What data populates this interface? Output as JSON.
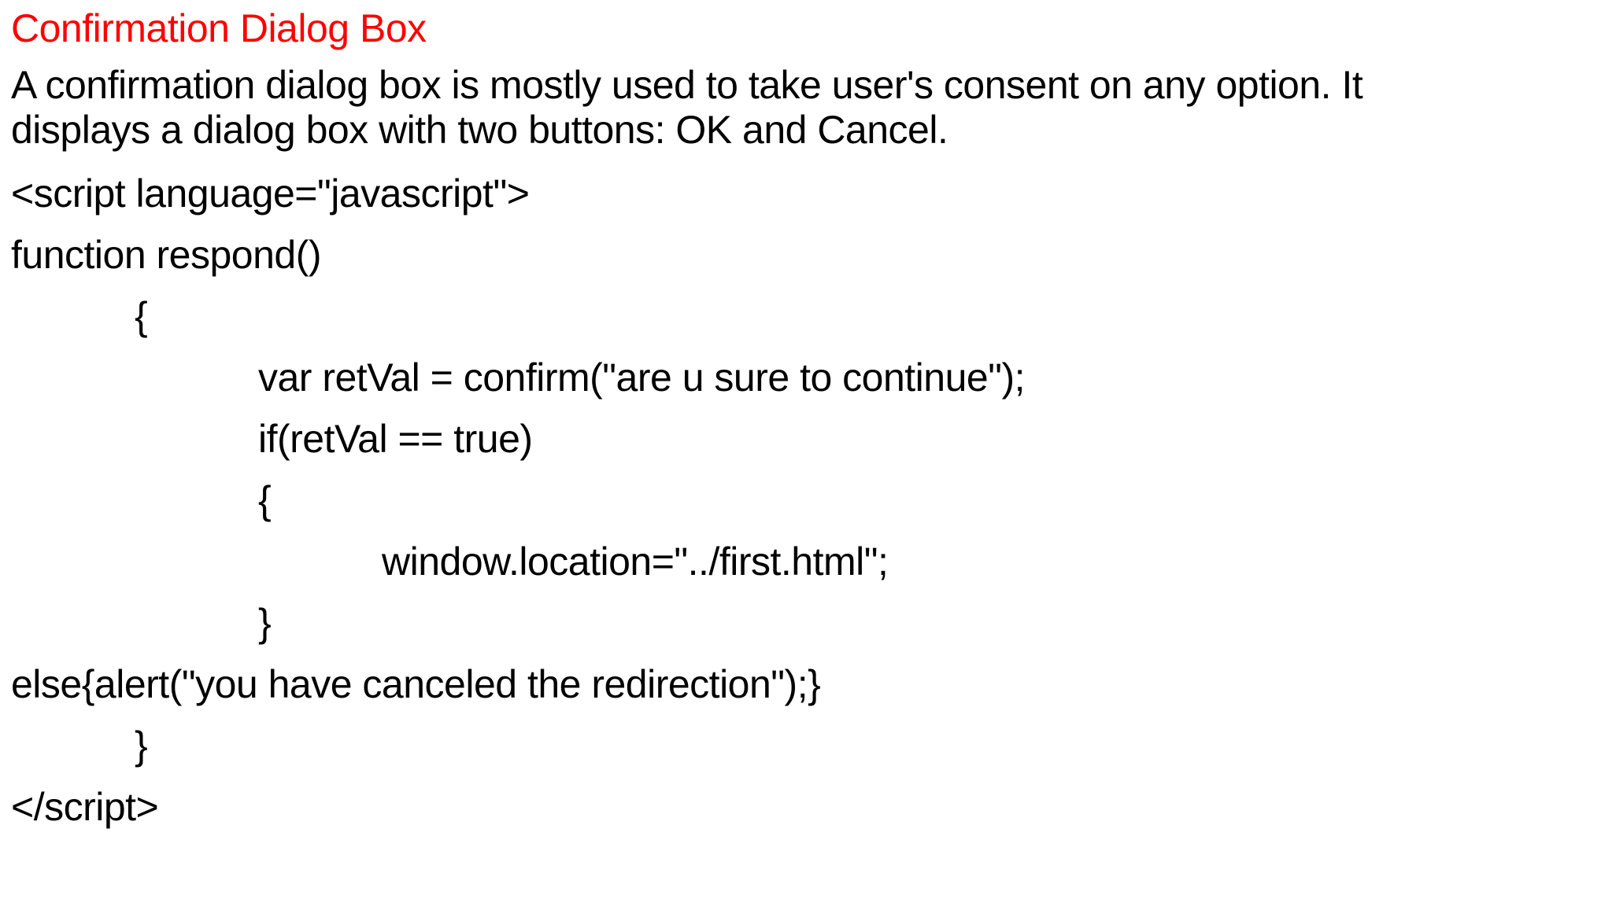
{
  "slide": {
    "background_color": "#ffffff",
    "text_color": "#000000",
    "title": {
      "text": "Confirmation Dialog Box",
      "color": "#ff0000"
    },
    "intro": {
      "line1": "A confirmation dialog box is mostly used to take user's consent on any option. It",
      "line2": "displays a dialog box with two buttons: OK and Cancel."
    },
    "code": {
      "lines": [
        {
          "text": "<script language=\"javascript\">"
        },
        {
          "text": "function respond()"
        },
        {
          "text": "\t{"
        },
        {
          "text": "\t\tvar retVal = confirm(\"are u sure to continue\");"
        },
        {
          "text": "\t\tif(retVal == true)"
        },
        {
          "text": "\t\t{"
        },
        {
          "text": "\t\t\twindow.location=\"../first.html\";"
        },
        {
          "text": "\t\t}"
        },
        {
          "text": "else{alert(\"you have canceled the redirection\");}"
        },
        {
          "text": "\t}"
        },
        {
          "text": "</script>"
        }
      ]
    }
  }
}
